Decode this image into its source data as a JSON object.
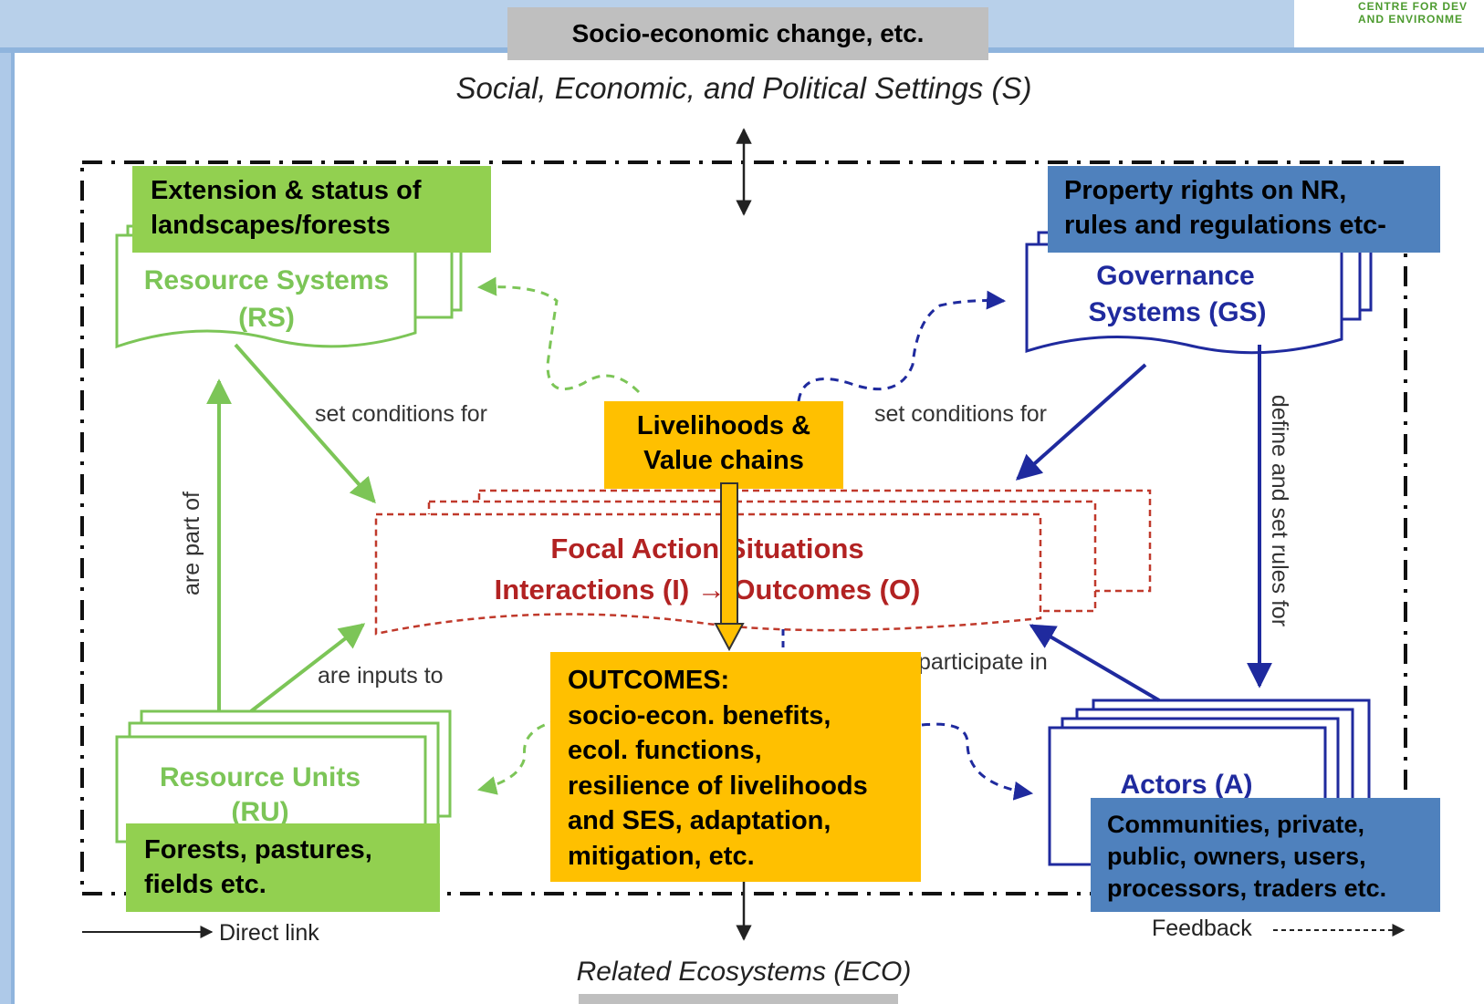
{
  "header": {
    "banner": "Socio-economic change, etc.",
    "logo_line1": "CENTRE FOR DEV",
    "logo_line2": "AND ENVIRONME"
  },
  "diagram": {
    "settings_label": "Social, Economic, and Political Settings (S)",
    "ecosystems_label": "Related Ecosystems (ECO)",
    "resource_systems": [
      "Resource Systems",
      "(RS)"
    ],
    "governance_systems": [
      "Governance",
      "Systems (GS)"
    ],
    "resource_units": [
      "Resource Units",
      "(RU)"
    ],
    "actors": "Actors (A)",
    "focal_line1": "Focal Action Situations",
    "focal_line2": "Interactions (I) → Outcomes (O)",
    "edges": {
      "rs_set_conditions": "set conditions for",
      "gs_set_conditions": "set conditions for",
      "are_part_of": "are  part of",
      "are_inputs_to": "are inputs to",
      "participate_in": "participate in",
      "define_rules": "define and set rules for"
    },
    "legend": {
      "direct_link": "Direct link",
      "feedback": "Feedback"
    }
  },
  "callouts": {
    "landscapes": [
      "Extension & status of",
      "landscapes/forests"
    ],
    "property_rights": [
      "Property rights on NR,",
      "rules and regulations etc-"
    ],
    "livelihoods": [
      "Livelihoods &",
      "Value chains"
    ],
    "outcomes": [
      "OUTCOMES:",
      "socio-econ. benefits,",
      "ecol. functions,",
      "resilience of livelihoods",
      "and SES, adaptation,",
      "mitigation, etc."
    ],
    "forests": [
      "Forests, pastures,",
      "fields etc."
    ],
    "communities": [
      "Communities, private,",
      "public, owners, users,",
      "processors, traders etc."
    ]
  },
  "colors": {
    "green": "#92d050",
    "light_green": "#7cc557",
    "blue": "#4f81bd",
    "navy": "#1f2a9e",
    "orange": "#ffc000",
    "red_dashed": "#c0392b",
    "frame_blue": "#aec9e8"
  }
}
